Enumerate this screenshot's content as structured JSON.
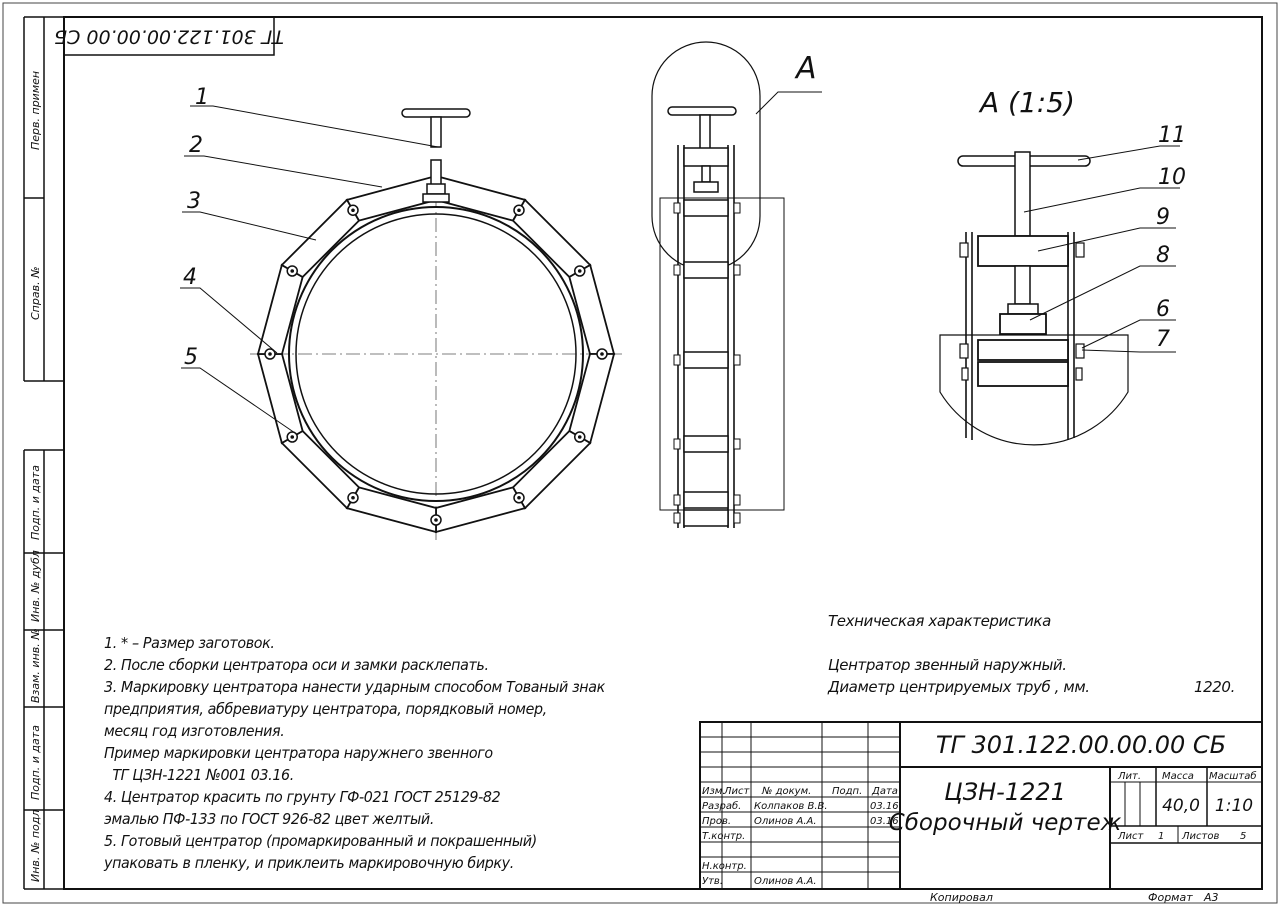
{
  "stamp_top": "ТГ 301.122.00.00.00 СБ",
  "side_labels": [
    "Перв. примен",
    "Справ. №",
    "Подп. и дата",
    "Инв. № дубл",
    "Взам. инв. №",
    "Подп. и дата",
    "Инв. № подл"
  ],
  "callouts_main": [
    "1",
    "2",
    "3",
    "4",
    "5"
  ],
  "view_label": "А",
  "detail_title": "А (1:5)",
  "callouts_detail": [
    "11",
    "10",
    "9",
    "8",
    "6",
    "7"
  ],
  "notes": [
    "1. * – Размер заготовок.",
    "2. После сборки центратора оси и замки расклепать.",
    "3. Маркировку центратора нанести ударным способом Тованый знак",
    "предприятия, аббревиатуру центратора, порядковый номер,",
    "месяц год изготовления.",
    "Пример маркировки центратора наружнего звенного",
    "  ТГ ЦЗН-1221 №001 03.16.",
    "4. Центратор красить по грунту ГФ-021 ГОСТ 25129-82",
    "эмалью ПФ-133 по ГОСТ 926-82 цвет желтый.",
    "5. Готовый центратор (промаркированный и покрашенный)",
    "упаковать в пленку, и приклеить маркировочную бирку."
  ],
  "tech": {
    "title": "Техническая характеристика",
    "line1": "Центратор звенный наружный.",
    "line2": "Диаметр центрируемых труб , мм.",
    "value": "1220."
  },
  "title_block": {
    "doc_number": "ТГ 301.122.00.00.00 СБ",
    "name_line1": "ЦЗН-1221",
    "name_line2": "Сборочный чертеж",
    "col_headers": [
      "Изм.",
      "Лист",
      "№ докум.",
      "Подп.",
      "Дата"
    ],
    "rows": [
      {
        "role": "Разраб.",
        "name": "Колпаков В.В.",
        "date": "03.16"
      },
      {
        "role": "Пров.",
        "name": "Олинов А.А.",
        "date": "03.16"
      },
      {
        "role": "Т.контр.",
        "name": "",
        "date": ""
      },
      {
        "role": "Н.контр.",
        "name": "",
        "date": ""
      },
      {
        "role": "Утв.",
        "name": "Олинов А.А.",
        "date": ""
      }
    ],
    "lit_label": "Лит.",
    "mass_label": "Масса",
    "scale_label": "Масштаб",
    "mass": "40,0",
    "scale": "1:10",
    "sheet_label": "Лист",
    "sheet_value": "1",
    "sheets_label": "Листов",
    "sheets_value": "5"
  },
  "footer": {
    "copied": "Копировал",
    "format_label": "Формат",
    "format_value": "А3"
  }
}
